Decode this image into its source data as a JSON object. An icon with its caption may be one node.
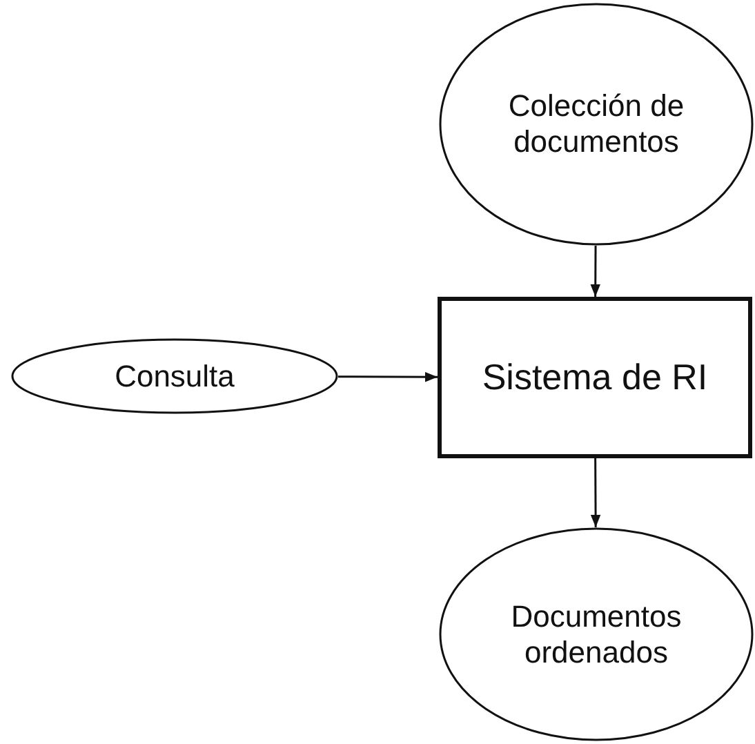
{
  "diagram": {
    "nodes": [
      {
        "text": [
          "Colección de documentos"
        ]
      },
      {
        "text": [
          "Consulta"
        ]
      },
      {
        "text": [
          "Sistema de RI"
        ]
      },
      {
        "text": [
          "Documentos ordenados"
        ]
      }
    ],
    "edges": [
      {
        "from": 0,
        "to": 2,
        "arrow": "to"
      },
      {
        "from": 1,
        "to": 2,
        "arrow": "to"
      },
      {
        "from": 2,
        "to": 3,
        "arrow": "to"
      }
    ]
  }
}
